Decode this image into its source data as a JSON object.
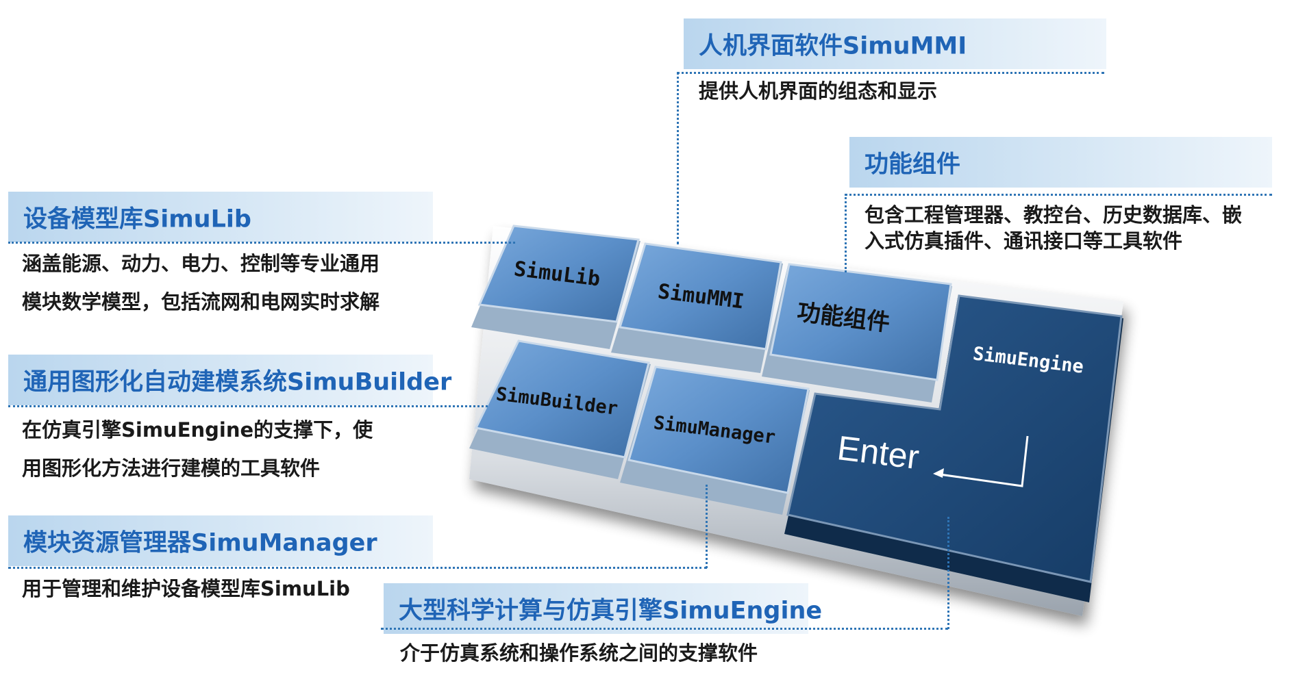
{
  "callouts": {
    "simumm": {
      "title": "人机界面软件SimuMMI",
      "desc": [
        "提供人机界面的组态和显示"
      ]
    },
    "func": {
      "title": "功能组件",
      "desc": [
        "包含工程管理器、教控台、历史数据库、嵌",
        "入式仿真插件、通讯接口等工具软件"
      ]
    },
    "simulib": {
      "title": "设备模型库SimuLib",
      "desc": [
        "涵盖能源、动力、电力、控制等专业通用",
        "模块数学模型，包括流网和电网实时求解"
      ]
    },
    "simubuilder": {
      "title": "通用图形化自动建模系统SimuBuilder",
      "desc": [
        "在仿真引擎SimuEngine的支撑下，使",
        "用图形化方法进行建模的工具软件"
      ]
    },
    "simumanager": {
      "title": "模块资源管理器SimuManager",
      "desc": [
        "用于管理和维护设备模型库SimuLib"
      ]
    },
    "simuengine": {
      "title": "大型科学计算与仿真引擎SimuEngine",
      "desc": [
        "介于仿真系统和操作系统之间的支撑软件"
      ]
    }
  },
  "keys": {
    "simulib": "SimuLib",
    "simumm": "SimuMMI",
    "func": "功能组件",
    "simubuilder": "SimuBuilder",
    "simumanager": "SimuManager",
    "simuengine": "SimuEngine",
    "enter": "Enter"
  },
  "colors": {
    "title_text": "#1f64b6",
    "title_bg": "#c8dff2",
    "connector": "#2e74b5",
    "key_light": "#5b8fc9",
    "key_dark": "#1f4a7a",
    "body_text": "#1a1a1a"
  }
}
